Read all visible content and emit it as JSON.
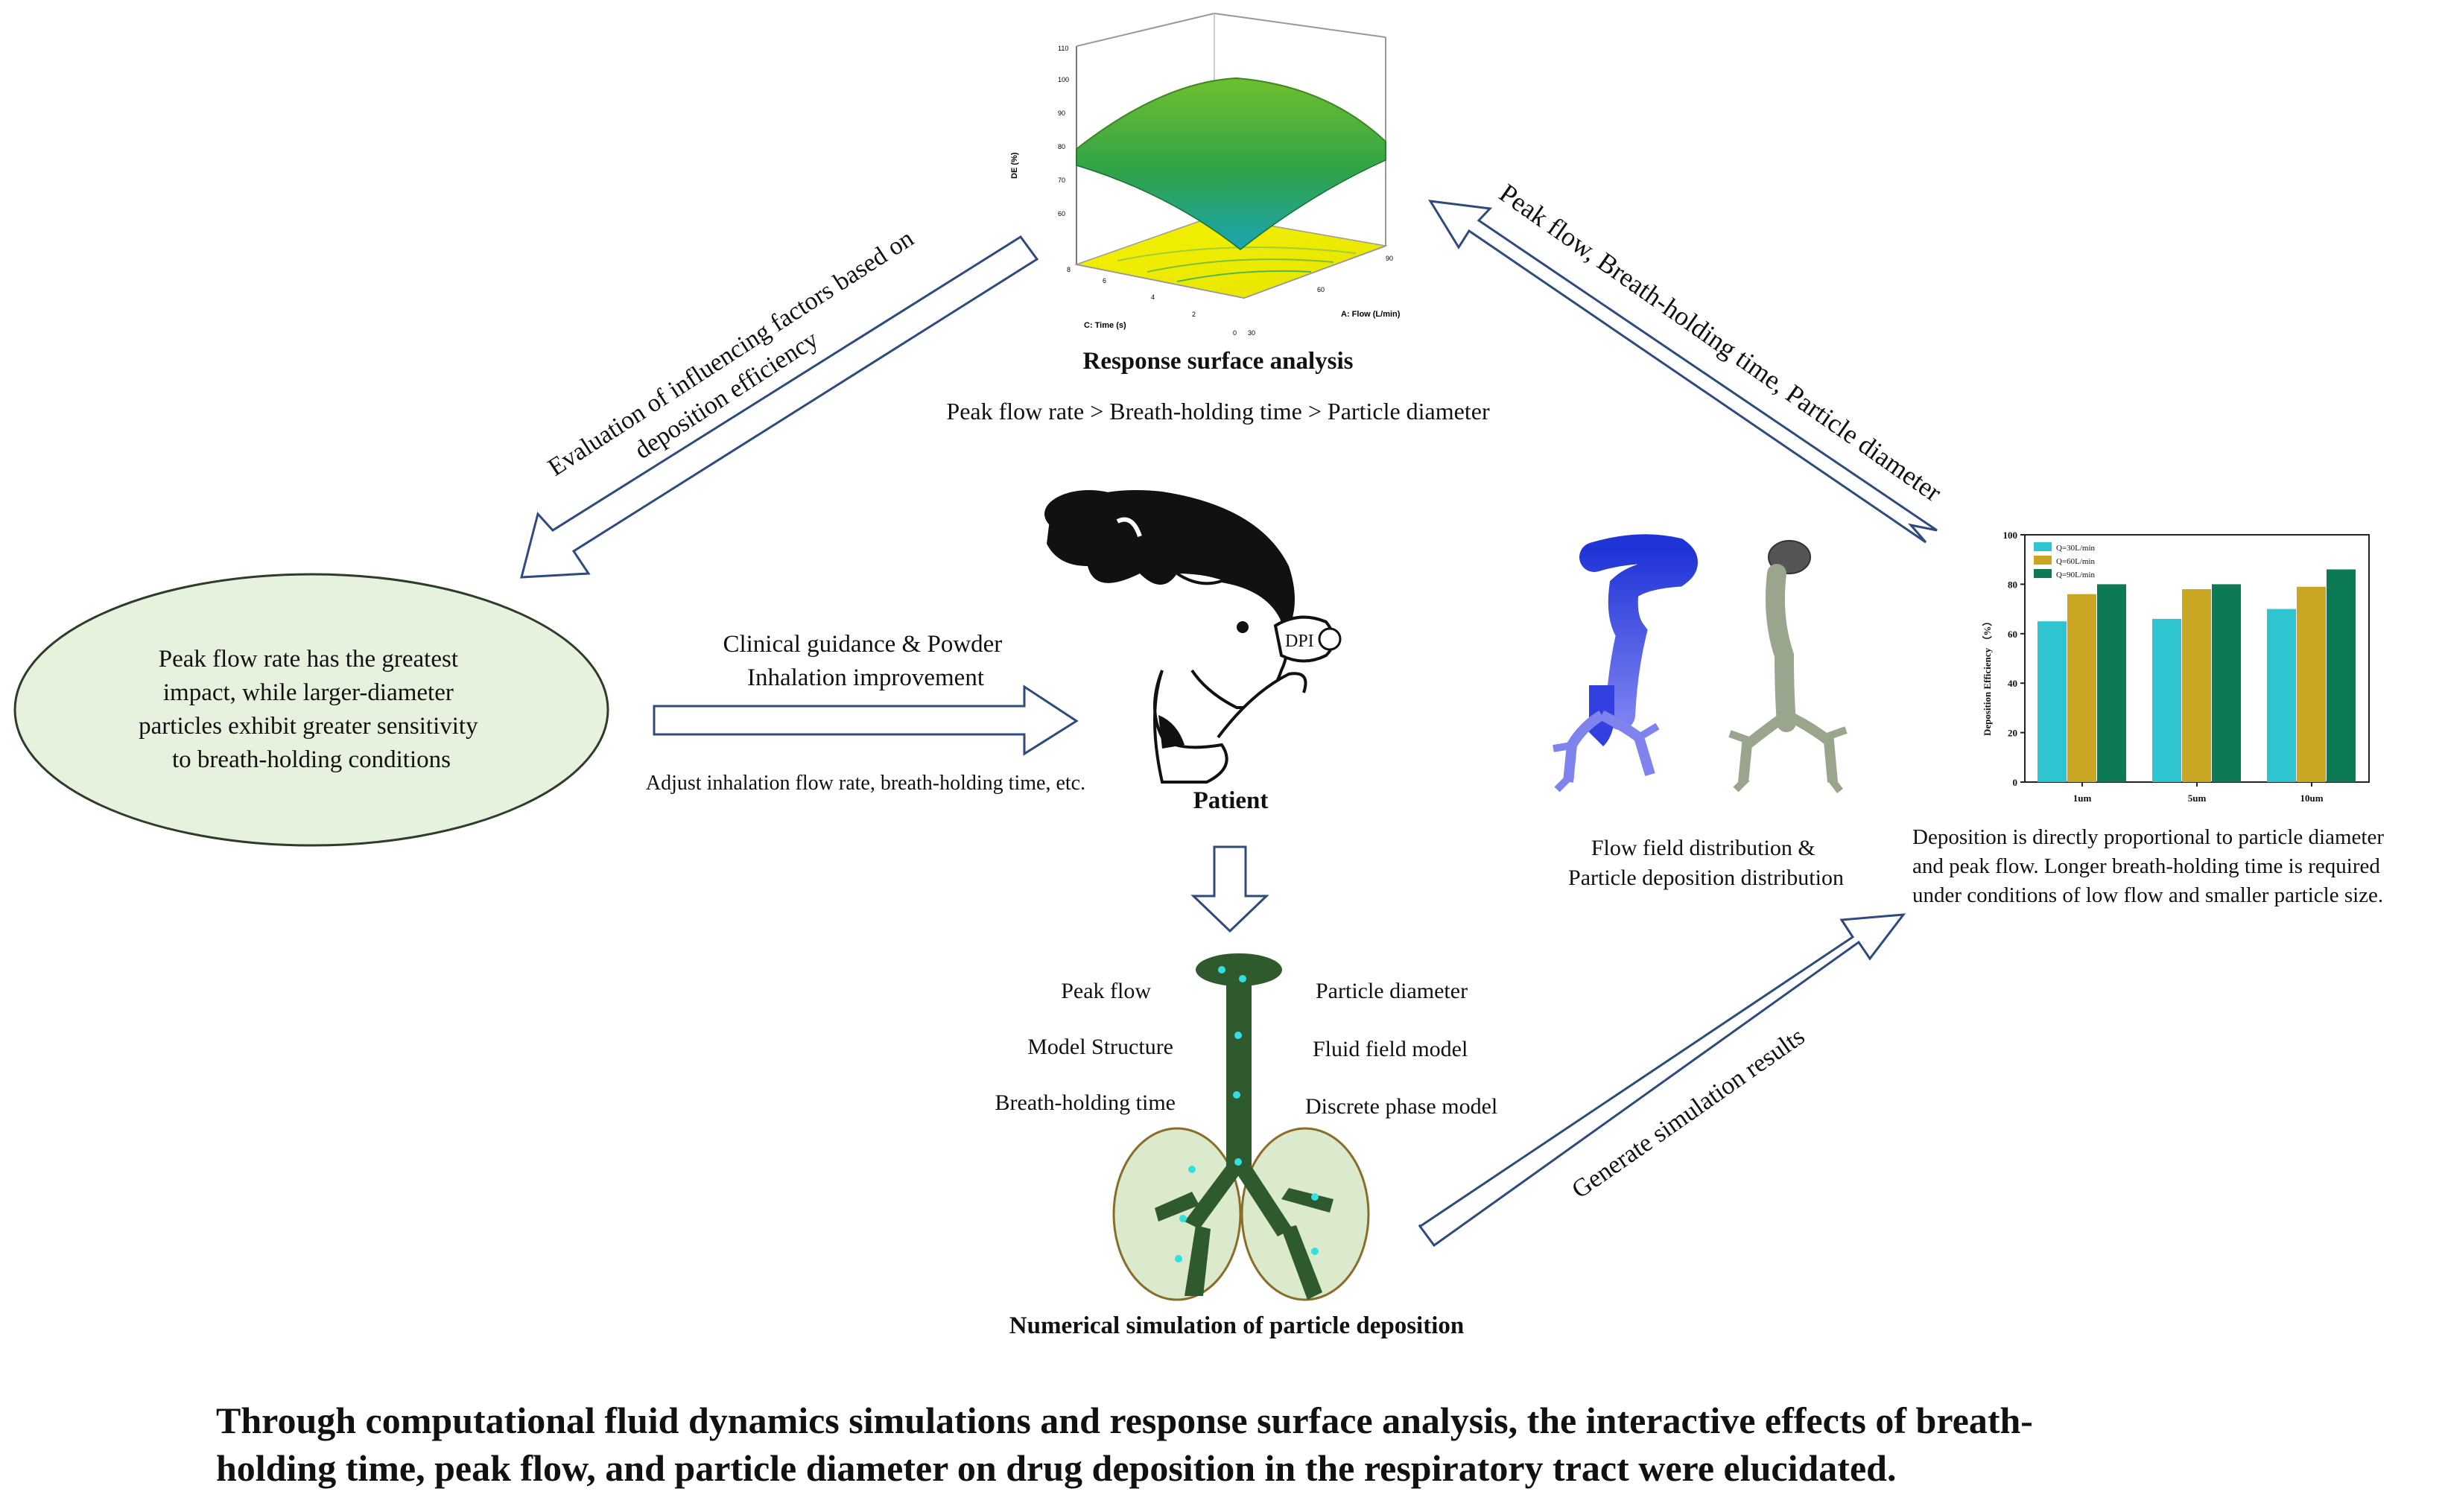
{
  "response_surface": {
    "title": "Response surface analysis",
    "ranking": "Peak flow rate > Breath-holding time > Particle diameter",
    "z_label": "DE (%)",
    "x_label": "A: Flow (L/min)",
    "y_label": "C: Time (s)",
    "z_ticks": [
      "110",
      "100",
      "90",
      "80",
      "70",
      "60"
    ],
    "x_ticks": [
      "30",
      "60",
      "90"
    ],
    "y_ticks": [
      "0",
      "2",
      "4",
      "6",
      "8"
    ]
  },
  "arrows": {
    "evaluation": [
      "Evaluation of influencing factors based on",
      "deposition efficiency"
    ],
    "factors": "Peak flow, Breath-holding time, Particle diameter",
    "clinical": [
      "Clinical guidance & Powder",
      "Inhalation improvement"
    ],
    "adjust": "Adjust inhalation flow rate, breath-holding time, etc.",
    "generate": "Generate simulation results"
  },
  "conclusion": [
    "Peak flow rate has the greatest",
    "impact, while larger-diameter",
    "particles exhibit greater sensitivity",
    "to breath-holding conditions"
  ],
  "patient": {
    "label": "Patient",
    "device": "DPI"
  },
  "simulation": {
    "title": "Numerical simulation of particle deposition",
    "left_labels": [
      "Peak flow",
      "Model Structure",
      "Breath-holding time"
    ],
    "right_labels": [
      "Particle diameter",
      "Fluid field model",
      "Discrete phase model"
    ]
  },
  "flow_field": {
    "caption": [
      "Flow field distribution &",
      "Particle deposition distribution"
    ]
  },
  "bar_chart": {
    "result": [
      "Deposition is directly proportional to particle diameter",
      "and peak flow. Longer breath-holding time is required",
      "under conditions of low flow and smaller particle size."
    ]
  },
  "chart_data": {
    "type": "bar",
    "categories": [
      "1um",
      "5um",
      "10um"
    ],
    "series": [
      {
        "name": "Q=30L/min",
        "values": [
          65,
          66,
          70
        ],
        "color": "#2ec4d0"
      },
      {
        "name": "Q=60L/min",
        "values": [
          76,
          78,
          79
        ],
        "color": "#c9a722"
      },
      {
        "name": "Q=90L/min",
        "values": [
          80,
          80,
          86
        ],
        "color": "#0d7a56"
      }
    ],
    "ylabel": "Deposition Efficiency （%）",
    "ylim": [
      0,
      100
    ],
    "yticks": [
      0,
      20,
      40,
      60,
      80,
      100
    ],
    "legend": "top-left"
  },
  "footer": [
    "Through computational fluid dynamics simulations and response surface analysis, the interactive effects of breath-",
    "holding time, peak flow, and particle diameter on drug deposition in the respiratory tract were elucidated."
  ],
  "colors": {
    "ellipse_fill": "#e6f2dd",
    "arrow_stroke": "#2f4a7c",
    "lung_fill": "#dbe9cc",
    "airway": "#2e5a2e"
  }
}
